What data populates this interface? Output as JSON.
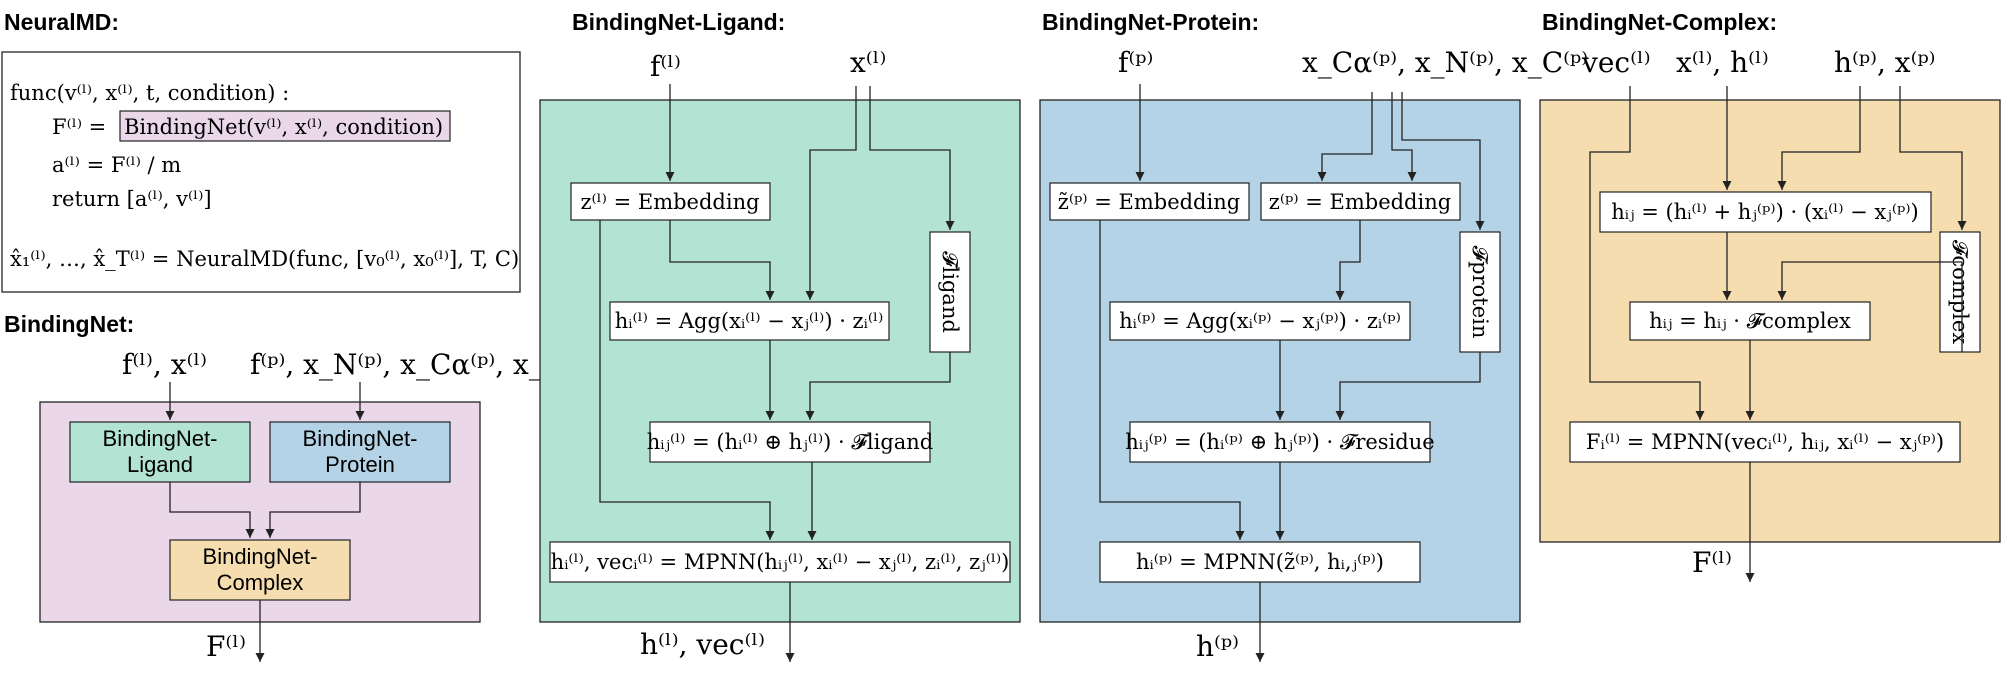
{
  "titles": {
    "neuralmd": "NeuralMD:",
    "bindingnet": "BindingNet:",
    "ligand": "BindingNet-Ligand:",
    "protein": "BindingNet-Protein:",
    "complex": "BindingNet-Complex:"
  },
  "neuralmd_code": {
    "line1": "func(v⁽ˡ⁾, x⁽ˡ⁾, t, condition) :",
    "line2_lhs": "F⁽ˡ⁾ =",
    "line2_box": "BindingNet(v⁽ˡ⁾, x⁽ˡ⁾, condition)",
    "line3": "a⁽ˡ⁾ = F⁽ˡ⁾ / m",
    "line4": "return [a⁽ˡ⁾, v⁽ˡ⁾]",
    "line5": "x̂₁⁽ˡ⁾, …, x̂_T⁽ˡ⁾ = NeuralMD(func, [v₀⁽ˡ⁾, x₀⁽ˡ⁾], T, C)"
  },
  "bindingnet": {
    "input_left": "f⁽ˡ⁾, x⁽ˡ⁾",
    "input_right": "f⁽ᵖ⁾, x_N⁽ᵖ⁾, x_Cα⁽ᵖ⁾, x_C⁽ᵖ⁾",
    "ligand_line1": "BindingNet-",
    "ligand_line2": "Ligand",
    "protein_line1": "BindingNet-",
    "protein_line2": "Protein",
    "complex_line1": "BindingNet-",
    "complex_line2": "Complex",
    "output": "F⁽ˡ⁾"
  },
  "ligand": {
    "input_f": "f⁽ˡ⁾",
    "input_x": "x⁽ˡ⁾",
    "embedding": "z⁽ˡ⁾ = Embedding",
    "agg": "hᵢ⁽ˡ⁾ = Agg(xᵢ⁽ˡ⁾ − xⱼ⁽ˡ⁾) · zᵢ⁽ˡ⁾",
    "frame": "𝓕ligand",
    "hij": "hᵢⱼ⁽ˡ⁾ = (hᵢ⁽ˡ⁾ ⊕ hⱼ⁽ˡ⁾) · 𝓕ligand",
    "mpnn": "hᵢ⁽ˡ⁾, vecᵢ⁽ˡ⁾ = MPNN(hᵢⱼ⁽ˡ⁾, xᵢ⁽ˡ⁾ − xⱼ⁽ˡ⁾, zᵢ⁽ˡ⁾, zⱼ⁽ˡ⁾)",
    "output": "h⁽ˡ⁾, vec⁽ˡ⁾"
  },
  "protein": {
    "input_f": "f⁽ᵖ⁾",
    "input_x": "x_Cα⁽ᵖ⁾, x_N⁽ᵖ⁾, x_C⁽ᵖ⁾",
    "embedding_tilde": "z̃⁽ᵖ⁾ = Embedding",
    "embedding": "z⁽ᵖ⁾ = Embedding",
    "agg": "hᵢ⁽ᵖ⁾ = Agg(xᵢ⁽ᵖ⁾ − xⱼ⁽ᵖ⁾) · zᵢ⁽ᵖ⁾",
    "frame": "𝓕protein",
    "hij": "hᵢⱼ⁽ᵖ⁾ = (hᵢ⁽ᵖ⁾ ⊕ hⱼ⁽ᵖ⁾) · 𝓕residue",
    "mpnn": "hᵢ⁽ᵖ⁾ = MPNN(z̃⁽ᵖ⁾, hᵢ,ⱼ⁽ᵖ⁾)",
    "output": "h⁽ᵖ⁾"
  },
  "complex": {
    "input_vec": "vec⁽ˡ⁾",
    "input_xh": "x⁽ˡ⁾, h⁽ˡ⁾",
    "input_hx": "h⁽ᵖ⁾, x⁽ᵖ⁾",
    "hij1": "hᵢⱼ = (hᵢ⁽ˡ⁾ + hⱼ⁽ᵖ⁾) · (xᵢ⁽ˡ⁾ − xⱼ⁽ᵖ⁾)",
    "hij2": "hᵢⱼ = hᵢⱼ · 𝓕complex",
    "frame": "𝓕complex",
    "mpnn": "Fᵢ⁽ˡ⁾ = MPNN(vecᵢ⁽ˡ⁾, hᵢⱼ, xᵢ⁽ˡ⁾ − xⱼ⁽ᵖ⁾)",
    "output": "F⁽ˡ⁾"
  },
  "colors": {
    "ligand": "#b3e3d3",
    "protein": "#b5d3e7",
    "complex": "#f5ddb0",
    "bindingnet": "#ead7ea",
    "code_highlight": "#ead7ea"
  }
}
